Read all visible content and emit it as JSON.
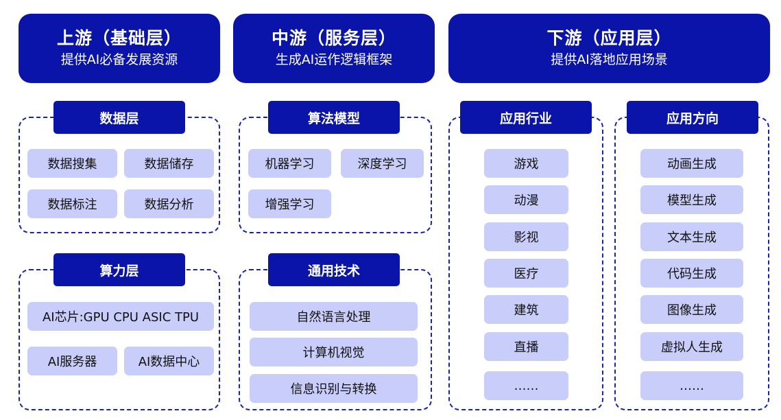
{
  "headers": {
    "upstream": {
      "title": "上游（基础层）",
      "subtitle": "提供AI必备发展资源"
    },
    "midstream": {
      "title": "中游（服务层）",
      "subtitle": "生成AI运作逻辑框架"
    },
    "downstream": {
      "title": "下游（应用层）",
      "subtitle": "提供AI落地应用场景"
    }
  },
  "data_layer": {
    "label": "数据层",
    "items": [
      "数据搜集",
      "数据储存",
      "数据标注",
      "数据分析"
    ]
  },
  "compute_layer": {
    "label": "算力层",
    "items": [
      "AI芯片:GPU CPU ASIC TPU",
      "AI服务器",
      "AI数据中心"
    ]
  },
  "algorithm_models": {
    "label": "算法模型",
    "items": [
      "机器学习",
      "深度学习",
      "增强学习"
    ]
  },
  "general_tech": {
    "label": "通用技术",
    "items": [
      "自然语言处理",
      "计算机视觉",
      "信息识别与转换"
    ]
  },
  "industries": {
    "label": "应用行业",
    "items": [
      "游戏",
      "动漫",
      "影视",
      "医疗",
      "建筑",
      "直播",
      "……"
    ]
  },
  "directions": {
    "label": "应用方向",
    "items": [
      "动画生成",
      "模型生成",
      "文本生成",
      "代码生成",
      "图像生成",
      "虚拟人生成",
      "……"
    ]
  },
  "colors": {
    "primary": "#0a14a8",
    "chip": "#c9cdf9",
    "dash": "#1a22a8"
  }
}
